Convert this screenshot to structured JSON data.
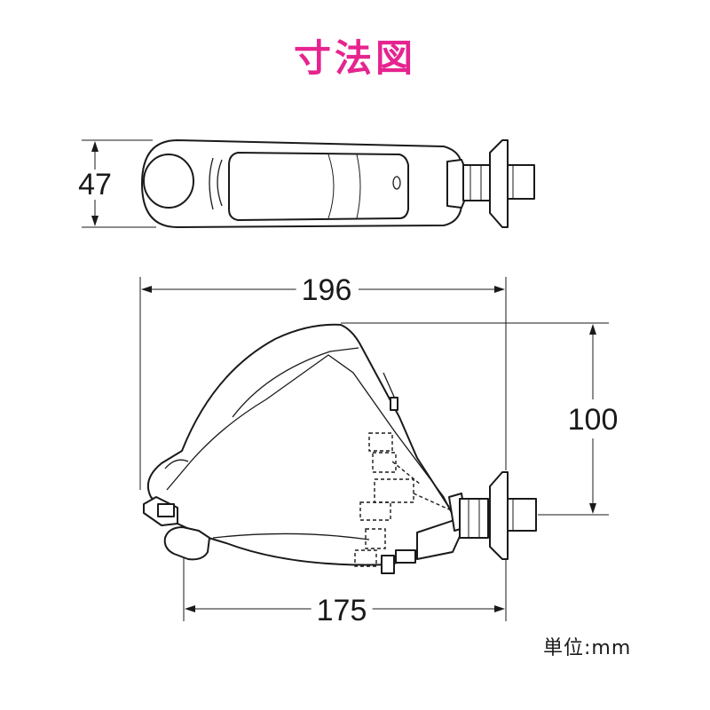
{
  "title": "寸法図",
  "colors": {
    "title": "#e6248f",
    "ink": "#1a1a1a"
  },
  "dimensions": {
    "top_width": "47",
    "overall_length": "196",
    "height": "100",
    "base_length": "175"
  },
  "unit_label": "単位:mm"
}
